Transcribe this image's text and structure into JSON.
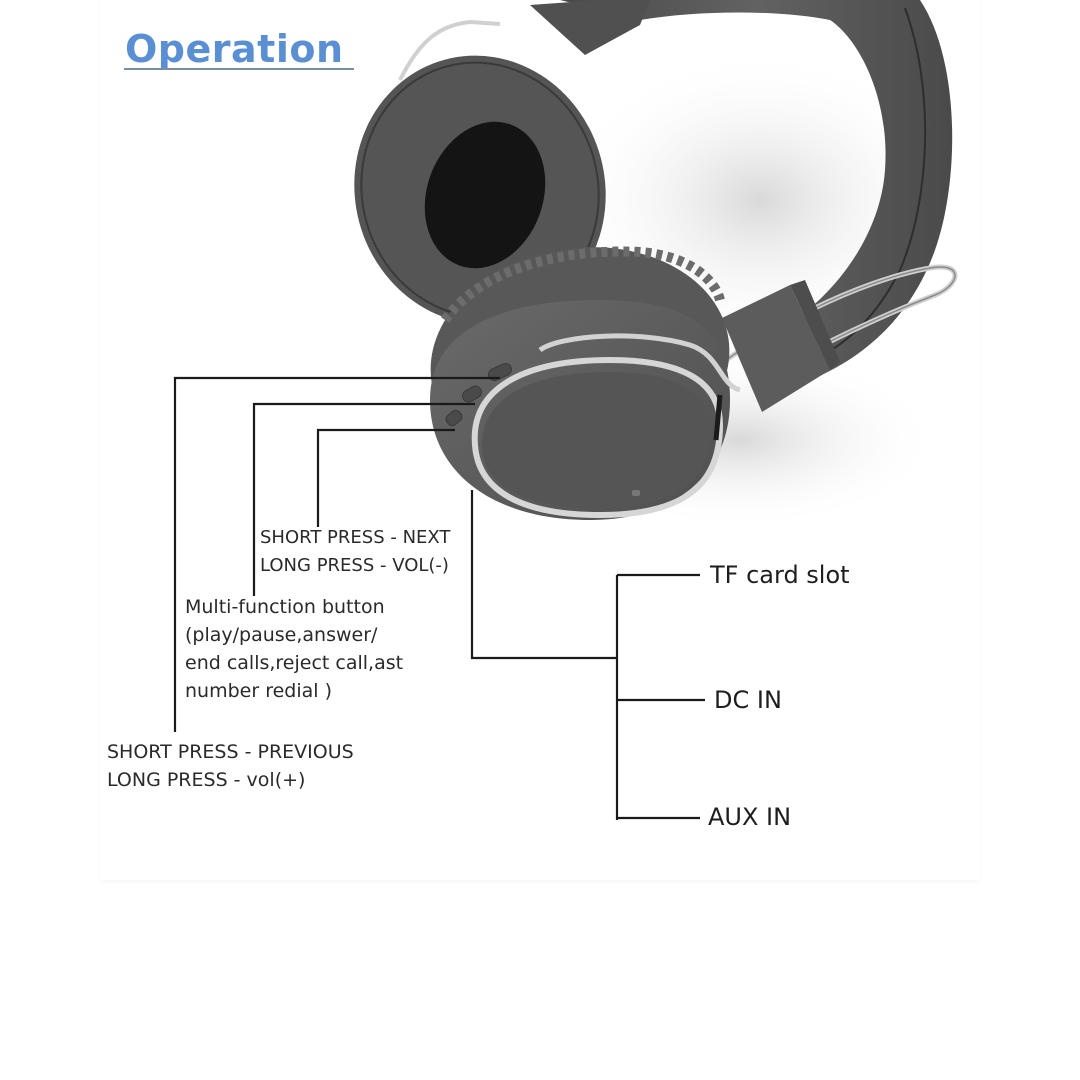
{
  "title": "Operation",
  "colors": {
    "title": "#5b8fd4",
    "headphone_body": "#5e5e5e",
    "headphone_dark": "#3e3e3e",
    "cushion_inner": "#151515",
    "chrome": "#d8d8d8",
    "line": "#1a1a1a"
  },
  "buttons": [
    {
      "id": "previous-button",
      "lines": [
        "SHORT PRESS - PREVIOUS",
        "LONG PRESS - vol(+)"
      ]
    },
    {
      "id": "multi-function-button",
      "lines": [
        "Multi-function button",
        "(play/pause,answer/",
        "end calls,reject call,ast",
        "number redial )"
      ]
    },
    {
      "id": "next-button",
      "lines": [
        "SHORT PRESS - NEXT",
        "LONG PRESS - VOL(-)"
      ]
    }
  ],
  "ports": [
    {
      "id": "tf-card-slot",
      "label": "TF card slot"
    },
    {
      "id": "dc-in",
      "label": "DC IN"
    },
    {
      "id": "aux-in",
      "label": "AUX IN"
    }
  ]
}
